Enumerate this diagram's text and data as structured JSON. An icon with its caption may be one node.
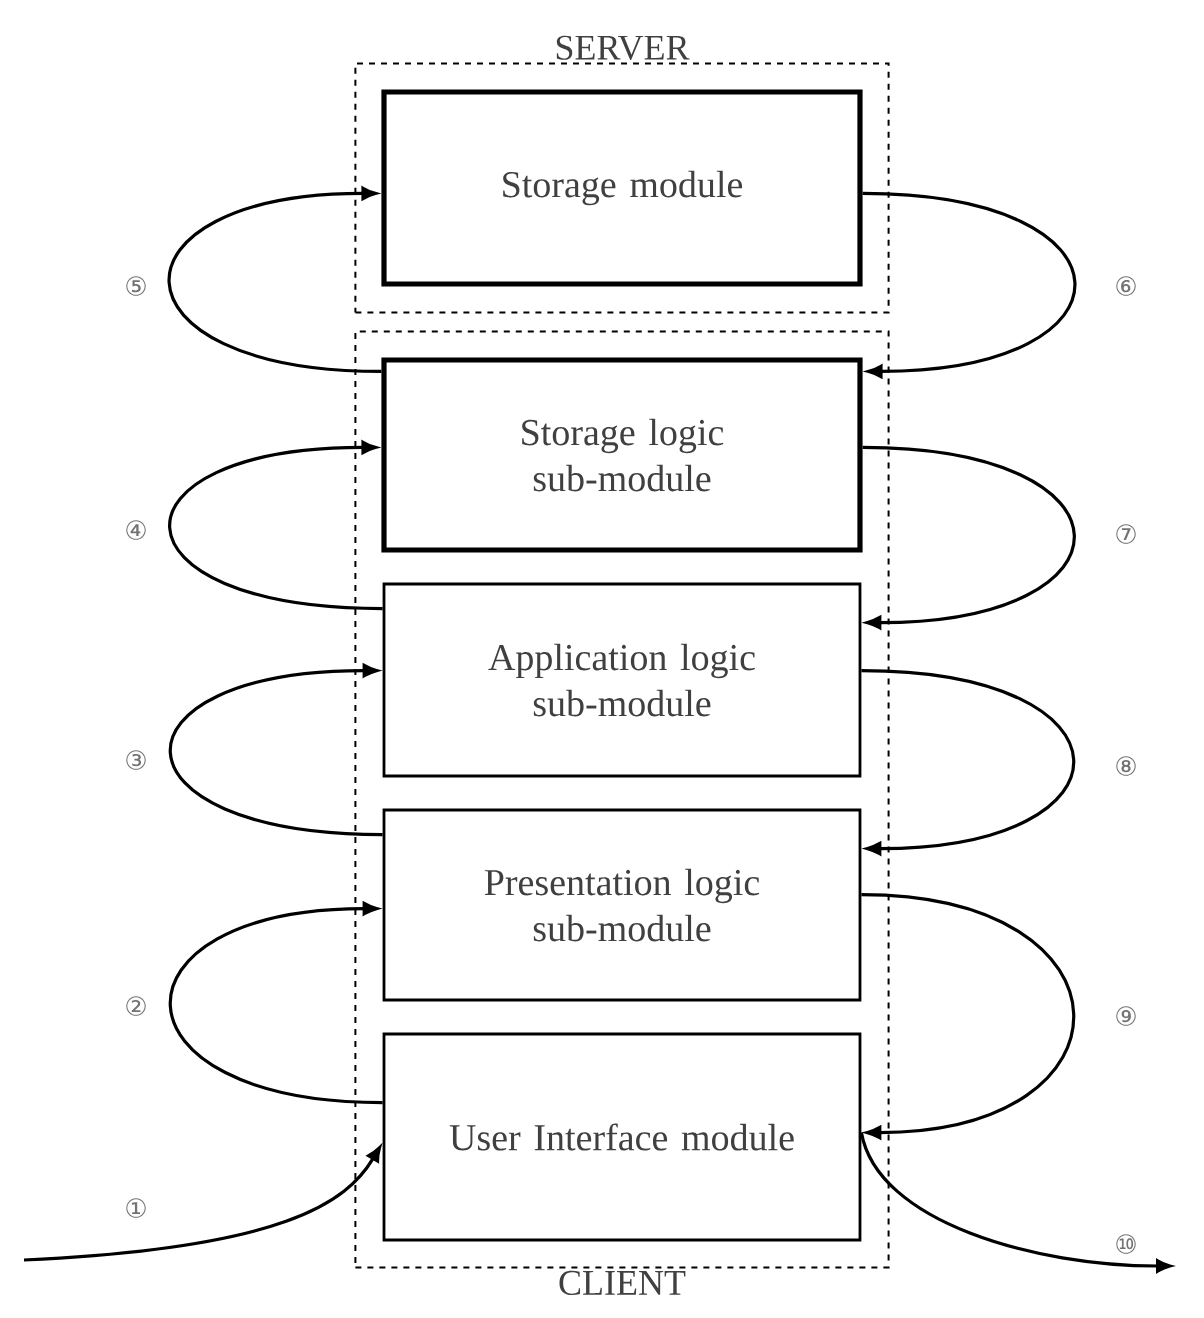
{
  "diagram": {
    "nodes": [
      {
        "text": [
          "SERVER"
        ]
      },
      {
        "text": [
          "Storage module"
        ],
        "in": 0
      },
      {
        "text": [
          "CLIENT"
        ]
      },
      {
        "text": [
          "Storage logic sub-module"
        ],
        "in": 2
      },
      {
        "text": [
          "Application logic sub-module"
        ],
        "in": 2
      },
      {
        "text": [
          "Presentation logic sub-module"
        ],
        "in": 2
      },
      {
        "text": [
          "User Interface module"
        ],
        "in": 2
      }
    ],
    "edges": [
      {
        "from": null,
        "to": 6,
        "arrow": "to",
        "label": "①"
      },
      {
        "from": 6,
        "to": 5,
        "arrow": "to",
        "label": "②"
      },
      {
        "from": 5,
        "to": 4,
        "arrow": "to",
        "label": "③"
      },
      {
        "from": 4,
        "to": 3,
        "arrow": "to",
        "label": "④"
      },
      {
        "from": 3,
        "to": 1,
        "arrow": "to",
        "label": "⑤"
      },
      {
        "from": 1,
        "to": 3,
        "arrow": "to",
        "label": "⑥"
      },
      {
        "from": 3,
        "to": 4,
        "arrow": "to",
        "label": "⑦"
      },
      {
        "from": 4,
        "to": 5,
        "arrow": "to",
        "label": "⑧"
      },
      {
        "from": 5,
        "to": 6,
        "arrow": "to",
        "label": "⑨"
      },
      {
        "from": 6,
        "to": null,
        "arrow": "to",
        "label": "⑩"
      }
    ]
  }
}
